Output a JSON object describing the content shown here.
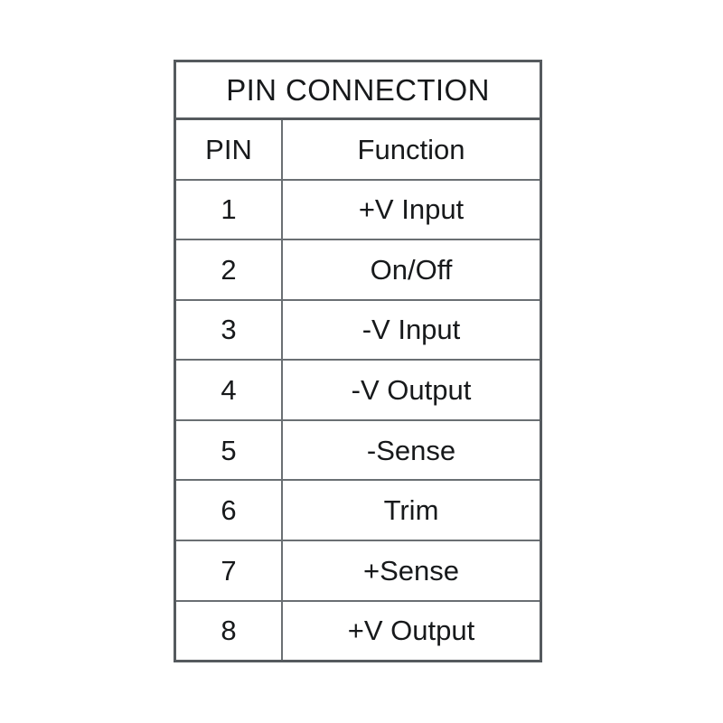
{
  "table": {
    "title": "PIN CONNECTION",
    "columns": [
      {
        "key": "pin",
        "label": "PIN"
      },
      {
        "key": "function",
        "label": "Function"
      }
    ],
    "rows": [
      {
        "pin": "1",
        "function": "+V Input"
      },
      {
        "pin": "2",
        "function": "On/Off"
      },
      {
        "pin": "3",
        "function": "-V Input"
      },
      {
        "pin": "4",
        "function": "-V Output"
      },
      {
        "pin": "5",
        "function": "-Sense"
      },
      {
        "pin": "6",
        "function": "Trim"
      },
      {
        "pin": "7",
        "function": "+Sense"
      },
      {
        "pin": "8",
        "function": "+V Output"
      }
    ],
    "colors": {
      "text": "#17191b",
      "outer_border": "#555a5e",
      "inner_border": "#6a6f73",
      "background": "#ffffff"
    }
  }
}
